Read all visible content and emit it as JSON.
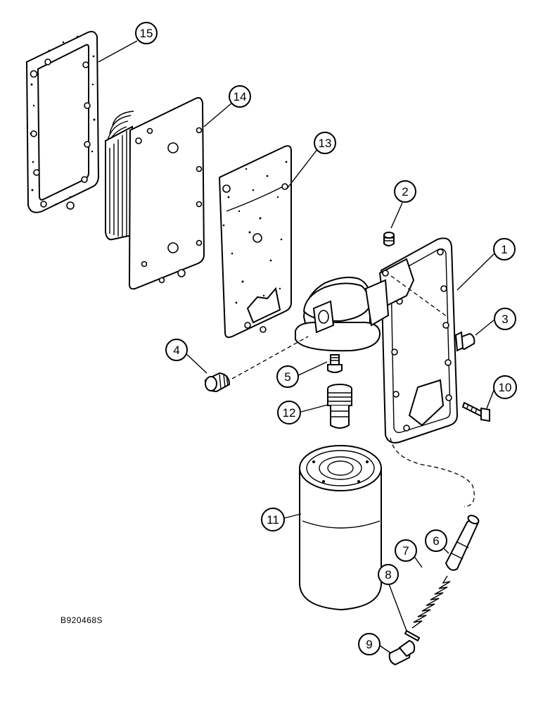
{
  "diagram": {
    "type": "exploded-parts-view",
    "figure_code": "B920468S",
    "callouts": [
      {
        "id": "c1",
        "label": "1"
      },
      {
        "id": "c2",
        "label": "2"
      },
      {
        "id": "c3",
        "label": "3"
      },
      {
        "id": "c4",
        "label": "4"
      },
      {
        "id": "c5",
        "label": "5"
      },
      {
        "id": "c6",
        "label": "6"
      },
      {
        "id": "c7",
        "label": "7"
      },
      {
        "id": "c8",
        "label": "8"
      },
      {
        "id": "c9",
        "label": "9"
      },
      {
        "id": "c10",
        "label": "10"
      },
      {
        "id": "c11",
        "label": "11"
      },
      {
        "id": "c12",
        "label": "12"
      },
      {
        "id": "c13",
        "label": "13"
      },
      {
        "id": "c14",
        "label": "14"
      },
      {
        "id": "c15",
        "label": "15"
      }
    ]
  }
}
